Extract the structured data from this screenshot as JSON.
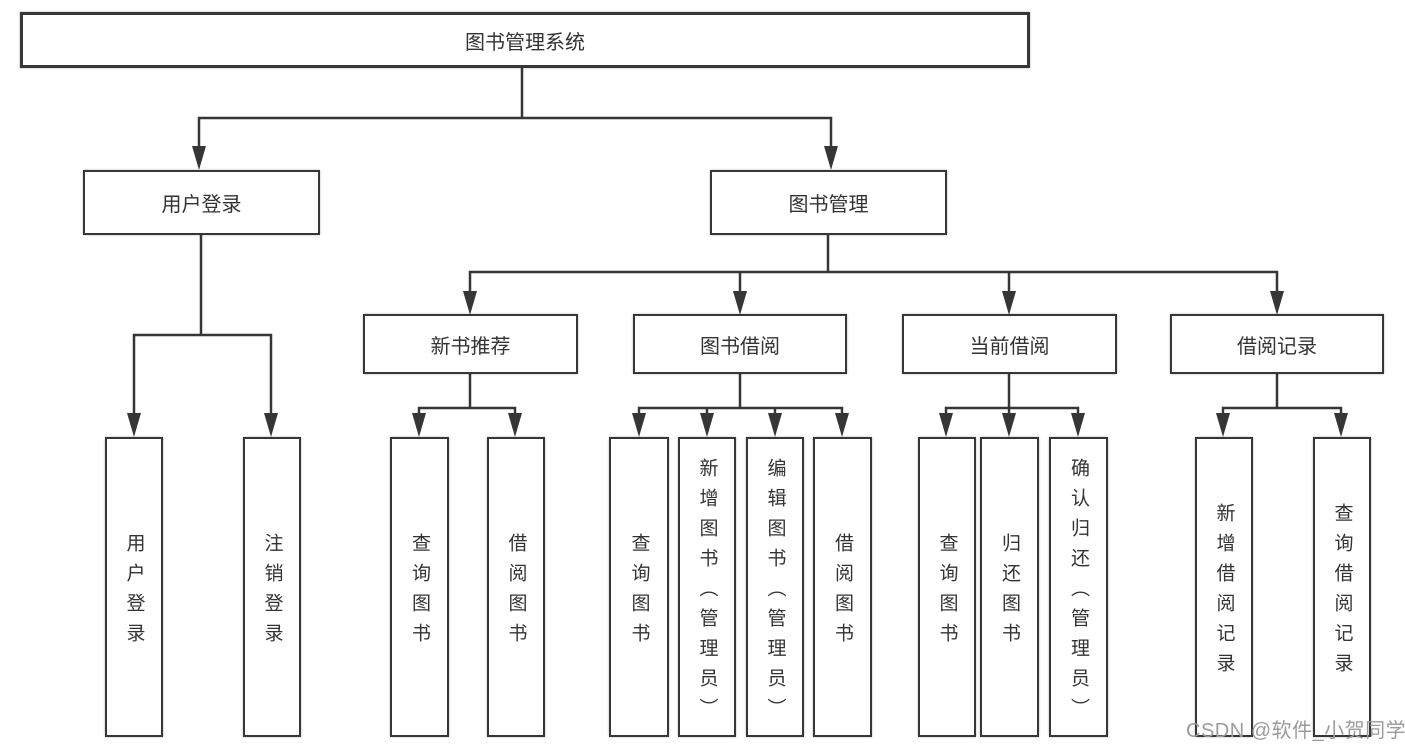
{
  "diagram_type": "hierarchy-tree",
  "colors": {
    "line": "#363636",
    "box_border": "#363636",
    "text": "#333333",
    "background": "#ffffff",
    "watermark": "#9b9b9b"
  },
  "tree": {
    "label": "图书管理系统",
    "children": [
      {
        "label": "用户登录",
        "children": [
          {
            "label": "用户登录"
          },
          {
            "label": "注销登录"
          }
        ]
      },
      {
        "label": "图书管理",
        "children": [
          {
            "label": "新书推荐",
            "children": [
              {
                "label": "查询图书"
              },
              {
                "label": "借阅图书"
              }
            ]
          },
          {
            "label": "图书借阅",
            "children": [
              {
                "label": "查询图书"
              },
              {
                "label": "新增图书（管理员）"
              },
              {
                "label": "编辑图书（管理员）"
              },
              {
                "label": "借阅图书"
              }
            ]
          },
          {
            "label": "当前借阅",
            "children": [
              {
                "label": "查询图书"
              },
              {
                "label": "归还图书"
              },
              {
                "label": "确认归还（管理员）"
              }
            ]
          },
          {
            "label": "借阅记录",
            "children": [
              {
                "label": "新增借阅记录"
              },
              {
                "label": "查询借阅记录"
              }
            ]
          }
        ]
      }
    ]
  },
  "watermark": {
    "text": "CSDN @软件_小贺同学"
  }
}
